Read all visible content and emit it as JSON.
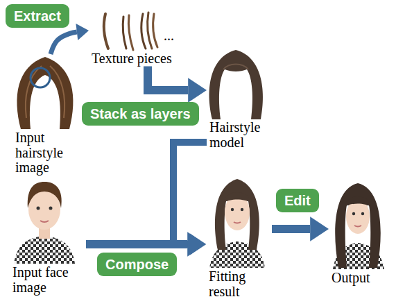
{
  "diagram": {
    "nodes": [
      {
        "text": [
          "Input hairstyle image"
        ]
      },
      {
        "text": [
          "Texture pieces"
        ]
      },
      {
        "text": [
          "Hairstyle model"
        ]
      },
      {
        "text": [
          "Input face image"
        ]
      },
      {
        "text": [
          "Fitting result"
        ]
      },
      {
        "text": [
          "Output"
        ]
      }
    ],
    "edges": [
      {
        "from": 0,
        "to": 1,
        "arrow": "to",
        "label": "Extract"
      },
      {
        "from": 1,
        "to": 2,
        "arrow": "to",
        "label": "Stack as layers"
      },
      {
        "from": 2,
        "to": 4,
        "arrow": "to"
      },
      {
        "from": 3,
        "to": 4,
        "arrow": "to",
        "label": "Compose"
      },
      {
        "from": 4,
        "to": 5,
        "arrow": "to",
        "label": "Edit"
      }
    ],
    "labels": [
      "..."
    ]
  }
}
